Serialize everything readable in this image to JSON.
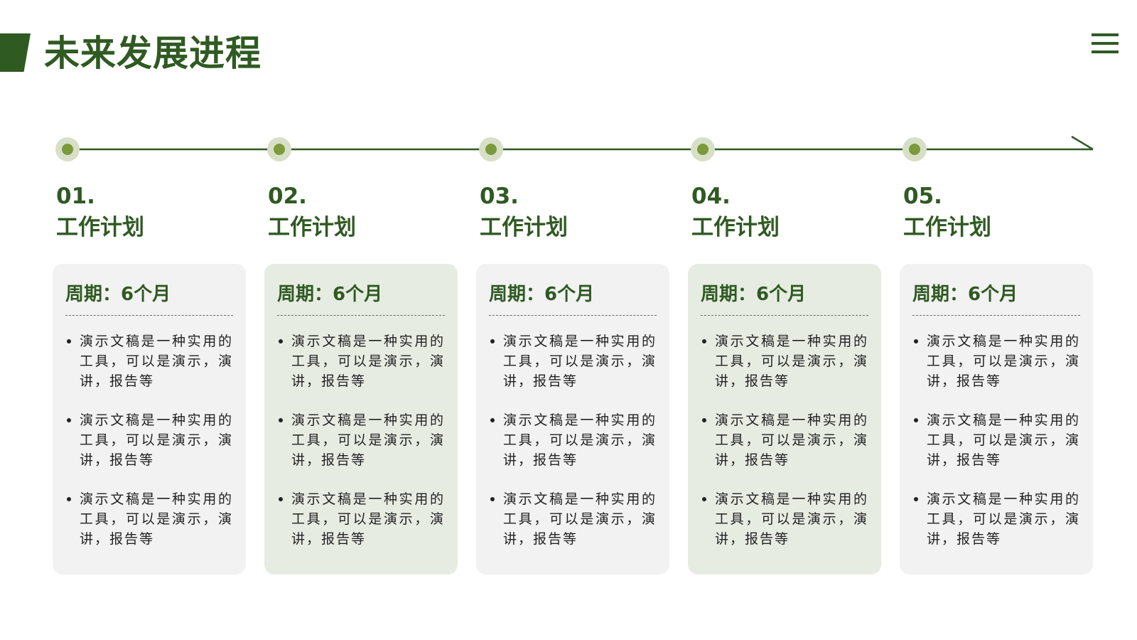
{
  "header": {
    "title": "未来发展进程"
  },
  "colors": {
    "primary": "#2f5a22",
    "node_ring": "#d8dfc7",
    "node_dot": "#7a9a3c",
    "card_light": "#f2f2f2",
    "card_green": "#e7ece3"
  },
  "icons": {
    "menu": "hamburger-menu-icon"
  },
  "steps": [
    {
      "num": "01.",
      "title": "工作计划",
      "period": "周期：6个月",
      "items": [
        "演示文稿是一种实用的工具，可以是演示，演讲，报告等",
        "演示文稿是一种实用的工具，可以是演示，演讲，报告等",
        "演示文稿是一种实用的工具，可以是演示，演讲，报告等"
      ]
    },
    {
      "num": "02.",
      "title": "工作计划",
      "period": "周期：6个月",
      "items": [
        "演示文稿是一种实用的工具，可以是演示，演讲，报告等",
        "演示文稿是一种实用的工具，可以是演示，演讲，报告等",
        "演示文稿是一种实用的工具，可以是演示，演讲，报告等"
      ]
    },
    {
      "num": "03.",
      "title": "工作计划",
      "period": "周期：6个月",
      "items": [
        "演示文稿是一种实用的工具，可以是演示，演讲，报告等",
        "演示文稿是一种实用的工具，可以是演示，演讲，报告等",
        "演示文稿是一种实用的工具，可以是演示，演讲，报告等"
      ]
    },
    {
      "num": "04.",
      "title": "工作计划",
      "period": "周期：6个月",
      "items": [
        "演示文稿是一种实用的工具，可以是演示，演讲，报告等",
        "演示文稿是一种实用的工具，可以是演示，演讲，报告等",
        "演示文稿是一种实用的工具，可以是演示，演讲，报告等"
      ]
    },
    {
      "num": "05.",
      "title": "工作计划",
      "period": "周期：6个月",
      "items": [
        "演示文稿是一种实用的工具，可以是演示，演讲，报告等",
        "演示文稿是一种实用的工具，可以是演示，演讲，报告等",
        "演示文稿是一种实用的工具，可以是演示，演讲，报告等"
      ]
    }
  ]
}
